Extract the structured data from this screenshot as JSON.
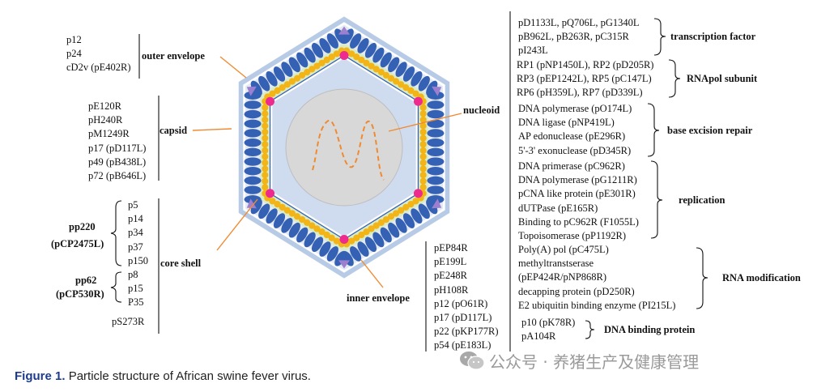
{
  "outer_envelope_list": [
    "p12",
    "p24",
    "cD2v (pE402R)"
  ],
  "labels": {
    "outer_envelope": "outer envelope",
    "capsid": "capsid",
    "core_shell": "core shell",
    "inner_envelope": "inner envelope",
    "nucleoid": "nucleoid"
  },
  "capsid_list": [
    "pE120R",
    "pH240R",
    "pM1249R",
    "p17 (pD117L)",
    "p49 (pB438L)",
    "p72 (pB646L)"
  ],
  "pp220": {
    "name": "pp220",
    "gene": "(pCP2475L)",
    "items": [
      "p5",
      "p14",
      "p34",
      "p37",
      "p150"
    ]
  },
  "pp62": {
    "name": "pp62",
    "gene": "(pCP530R)",
    "items": [
      "p8",
      "p15",
      "P35"
    ]
  },
  "core_extra": "pS273R",
  "inner_envelope_list": [
    "pEP84R",
    "pE199L",
    "pE248R",
    "pH108R",
    "p12 (pO61R)",
    "p17 (pD117L)",
    "p22 (pKP177R)",
    "p54 (pE183L)"
  ],
  "groups": {
    "transcription": {
      "title": "transcription factor",
      "items": [
        "pD1133L, pQ706L, pG1340L",
        "pB962L, pB263R, pC315R",
        "pI243L"
      ]
    },
    "rnapol": {
      "title": "RNApol subunit",
      "items": [
        "RP1 (pNP1450L), RP2 (pD205R)",
        "RP3 (pEP1242L), RP5 (pC147L)",
        "RP6 (pH359L), RP7 (pD339L)"
      ]
    },
    "ber": {
      "title": "base excision repair",
      "items": [
        "DNA polymerase (pO174L)",
        "DNA ligase (pNP419L)",
        "AP edonuclease (pE296R)",
        "5'-3' exonuclease (pD345R)"
      ]
    },
    "replication": {
      "title": "replication",
      "items": [
        "DNA primerase (pC962R)",
        "DNA polymerase (pG1211R)",
        "pCNA like protein (pE301R)",
        "dUTPase (pE165R)",
        "Binding to pC962R (F1055L)",
        "Topoisomerase (pP1192R)"
      ]
    },
    "rna_mod": {
      "title": "RNA modification",
      "items": [
        "Poly(A) pol (pC475L)",
        "methyltranstserase",
        "(pEP424R/pNP868R)",
        "decapping protein (pD250R)",
        "E2 ubiquitin binding enzyme (PI215L)"
      ]
    },
    "dna_binding": {
      "title": "DNA binding protein",
      "items": [
        "p10 (pK78R)",
        "pA104R"
      ]
    }
  },
  "caption": {
    "label": "Figure 1.",
    "text": "Particle structure of African swine fever virus."
  },
  "watermark": "公众号 · 养猪生产及健康管理",
  "colors": {
    "hex_outer": "#b8cbe6",
    "capsid_blue": "#3561b4",
    "green_layer": "#d9ecc6",
    "gold": "#f2b416",
    "pink": "#ee2a8e",
    "purple": "#9d7fd0",
    "inner_fill": "#cfdcf0",
    "nucleoid_fill": "#d8d8d8",
    "arrow": "#f08a32",
    "caption_blue": "#1d3b8f"
  }
}
